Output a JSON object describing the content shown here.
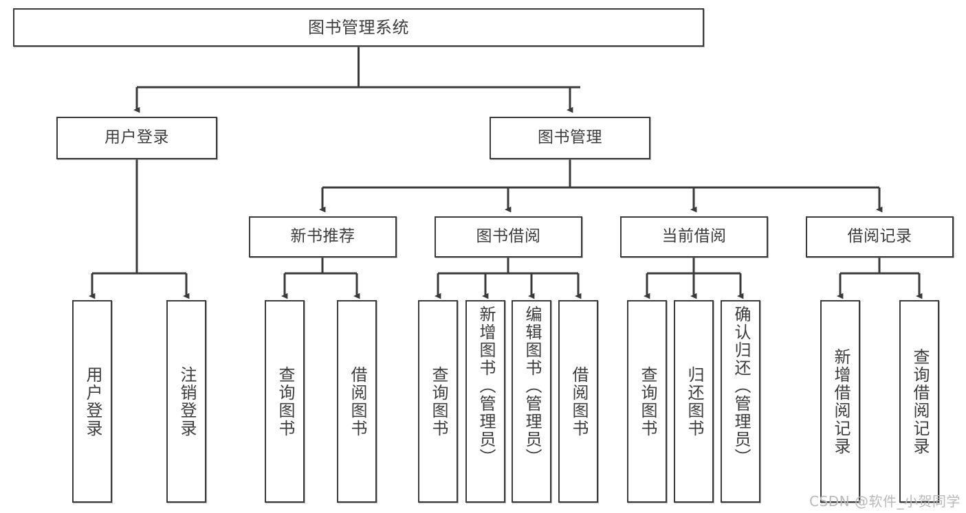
{
  "diagram": {
    "title": "图书管理系统",
    "type": "tree-hierarchy-chart",
    "line_color": "#3a3a3a",
    "text_color": "#3c3c3c",
    "background": "#ffffff"
  },
  "root": {
    "label": "图书管理系统"
  },
  "level2": [
    {
      "label": "用户登录"
    },
    {
      "label": "图书管理"
    }
  ],
  "level3": [
    {
      "label": "新书推荐"
    },
    {
      "label": "图书借阅"
    },
    {
      "label": "当前借阅"
    },
    {
      "label": "借阅记录"
    }
  ],
  "leaves": {
    "user_login": [
      {
        "label": "用户登录"
      },
      {
        "label": "注销登录"
      }
    ],
    "new_book": [
      {
        "label": "查询图书"
      },
      {
        "label": "借阅图书"
      }
    ],
    "book_borrow": [
      {
        "label": "查询图书"
      },
      {
        "label": "新增图书（管理员）"
      },
      {
        "label": "编辑图书（管理员）"
      },
      {
        "label": "借阅图书"
      }
    ],
    "current_borrow": [
      {
        "label": "查询图书"
      },
      {
        "label": "归还图书"
      },
      {
        "label": "确认归还（管理员）"
      }
    ],
    "borrow_record": [
      {
        "label": "新增借阅记录"
      },
      {
        "label": "查询借阅记录"
      }
    ]
  },
  "watermark": {
    "text": "CSDN @软件_小贺同学"
  }
}
